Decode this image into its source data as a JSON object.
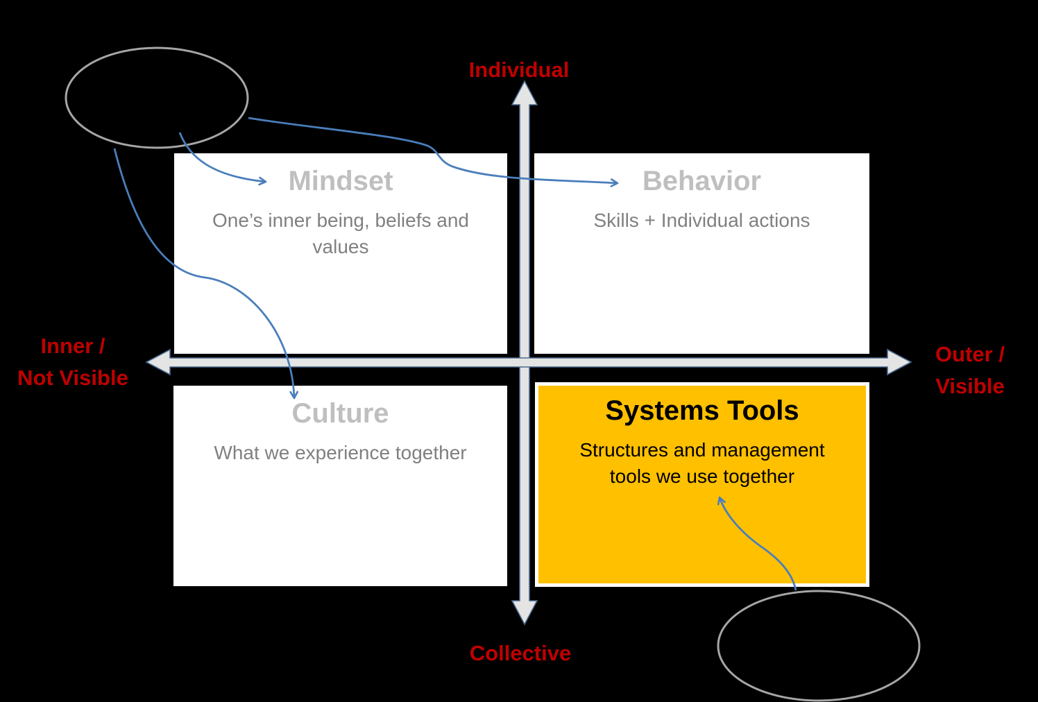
{
  "diagram": {
    "axis_labels": {
      "top": "Individual",
      "bottom": "Collective",
      "left_lines": [
        "Inner /",
        "Not Visible"
      ],
      "right_lines": [
        "Outer /",
        "Visible"
      ]
    },
    "quadrants": {
      "mindset": {
        "title": "Mindset",
        "description_lines": [
          "One’s inner being, beliefs and",
          "values"
        ]
      },
      "behavior": {
        "title": "Behavior",
        "description_lines": [
          "Skills + Individual actions"
        ]
      },
      "culture": {
        "title": "Culture",
        "description_lines": [
          "What we experience together"
        ]
      },
      "systems_tools": {
        "title": "Systems Tools",
        "description_lines": [
          "Structures and management",
          "tools we use together"
        ],
        "highlighted": true
      }
    },
    "colors": {
      "background": "#000000",
      "quadrant_background": "#FFFFFF",
      "quadrant_title_gray": "#BFBFBF",
      "quadrant_text_gray": "#808080",
      "highlight_orange": "#FFC000",
      "highlight_text": "#000000",
      "axis_label_red": "#C00000",
      "axis_arrow_fill": "#E4E4E4",
      "axis_arrow_border": "#4A6990",
      "annotation_arrow_blue": "#4A7EBB",
      "annotation_ellipse_gray": "#A6A6A6"
    }
  }
}
